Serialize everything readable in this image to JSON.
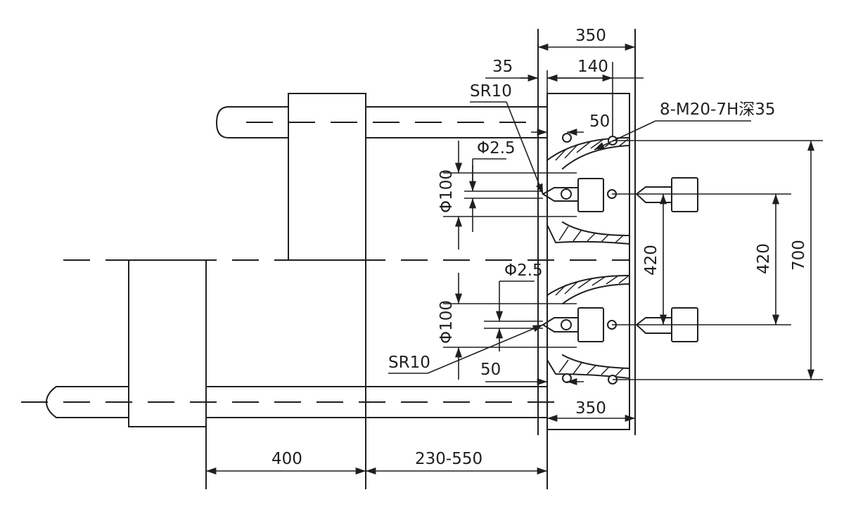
{
  "labels": {
    "top_width": "350",
    "offset_35": "35",
    "offset_140": "140",
    "sr10_top": "SR10",
    "sr10_bottom": "SR10",
    "d50_top": "50",
    "d50_bottom": "50",
    "thread_note": "8-M20-7H深35",
    "phi25_top": "Φ2.5",
    "phi25_bottom": "Φ2.5",
    "phi100_top": "Φ100",
    "phi100_bottom": "Φ100",
    "d420_inner": "420",
    "d420_outer": "420",
    "d700": "700",
    "bottom_width": "350",
    "d400": "400",
    "d230_550": "230-550"
  }
}
